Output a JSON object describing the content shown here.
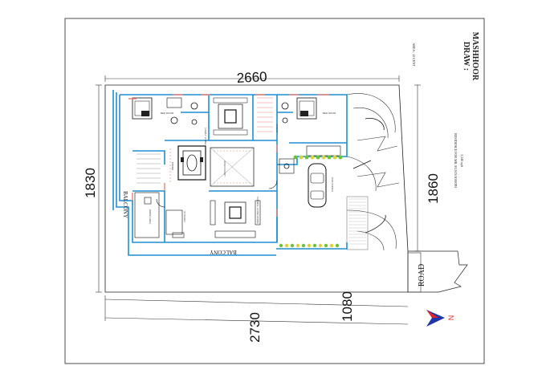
{
  "title_block": {
    "draw_label": "DRAW :",
    "author": "MASHHOOR",
    "area": "AREA : 12 CENT",
    "client": "RESIDENCE FOR MR. SUJAN JOSEPH",
    "built_area": "3,340 sqft"
  },
  "dimensions": {
    "top": "2660",
    "left": "1830",
    "right": "1860",
    "bottom": "2730",
    "bottom_right": "1080"
  },
  "labels": {
    "balcony_left": "BALCONY",
    "balcony_bottom": "BALCONY",
    "road": "ROAD",
    "north": "N",
    "car_porch": "CAR PORCH",
    "bedroom_1": "BED ROOM",
    "bedroom_2": "BED ROOM",
    "dining": "DINING",
    "open_court": "OPEN COURT",
    "kitchen": "KITCHEN",
    "work_area": "WORK AREA",
    "formal_living": "FORMAL LIVING ROOM",
    "family_living": "FAMILY LIVING",
    "sitout": "SITOUT"
  },
  "colors": {
    "wall": "#1e8fd1",
    "north_red": "#e0262b",
    "north_blue": "#2235a8",
    "plant_green": "#6cc33a",
    "door_red": "#e8837f"
  }
}
